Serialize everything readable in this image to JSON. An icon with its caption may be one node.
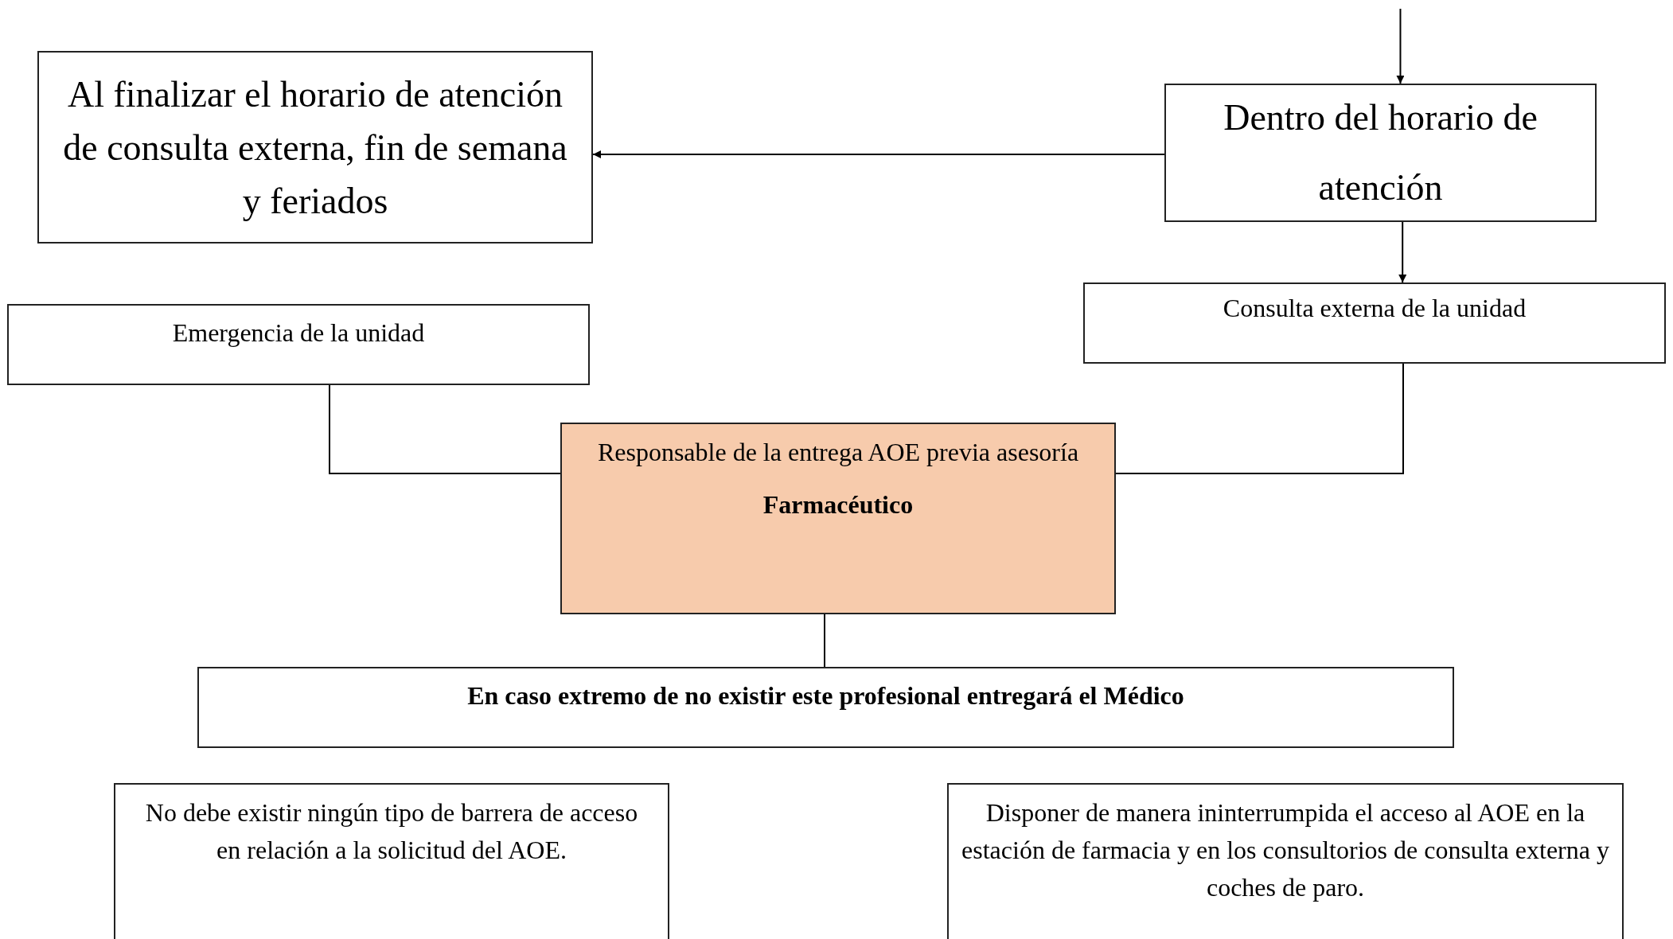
{
  "diagram": {
    "nodes": [
      {
        "text": [
          "Al finalizar el horario de atención de consulta externa, fin de semana y feriados"
        ]
      },
      {
        "text": [
          "Dentro del horario de atención"
        ]
      },
      {
        "text": [
          "Emergencia de la unidad"
        ]
      },
      {
        "text": [
          "Consulta externa de la unidad"
        ]
      },
      {
        "text": [
          "Responsable de la entrega AOE previa asesoría",
          "Farmacéutico"
        ]
      },
      {
        "text": [
          "En caso extremo de no existir este profesional entregará el Médico"
        ]
      },
      {
        "text": [
          "No debe existir ningún tipo de barrera de acceso en relación a la solicitud del AOE."
        ]
      },
      {
        "text": [
          "Disponer de manera ininterrumpida el acceso al AOE en la estación de farmacia y en los consultorios de consulta externa y coches de paro."
        ]
      }
    ],
    "edges": [
      {
        "from": null,
        "to": 1,
        "arrow": "to"
      },
      {
        "from": 1,
        "to": 0,
        "arrow": "to"
      },
      {
        "from": 1,
        "to": 3,
        "arrow": "to"
      },
      {
        "from": 2,
        "to": 4,
        "arrow": "none"
      },
      {
        "from": 3,
        "to": 4,
        "arrow": "none"
      },
      {
        "from": 4,
        "to": 5,
        "arrow": "none"
      }
    ]
  }
}
